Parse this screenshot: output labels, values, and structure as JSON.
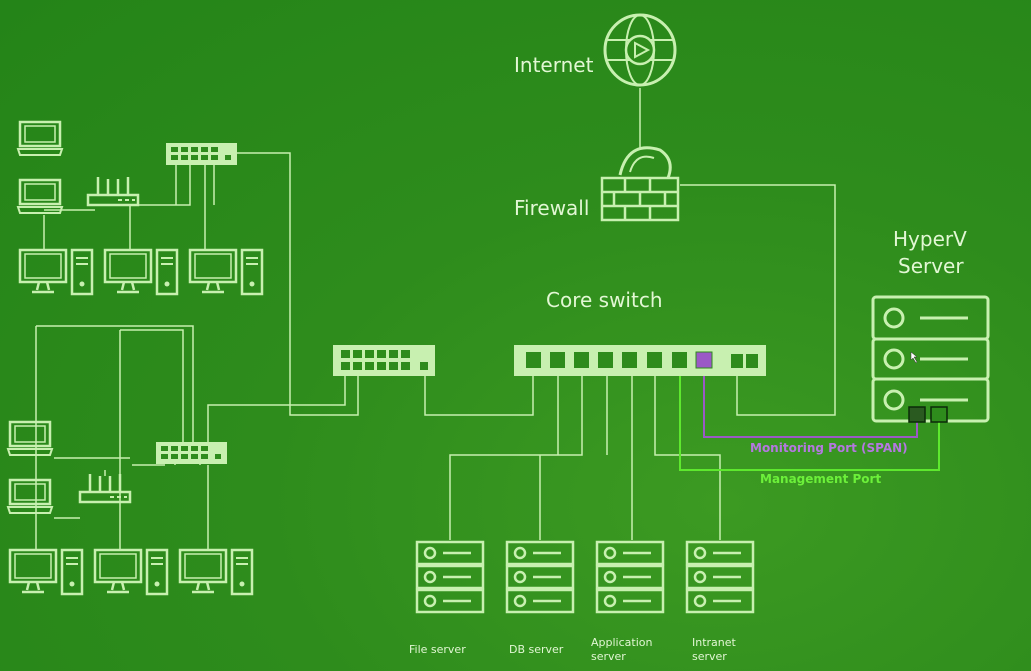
{
  "labels": {
    "internet": "Internet",
    "firewall": "Firewall",
    "core_switch": "Core switch",
    "hyperv_line1": "HyperV",
    "hyperv_line2": "Server",
    "monitoring_port": "Monitoring Port (SPAN)",
    "management_port": "Management Port",
    "file_server": "File server",
    "db_server": "DB server",
    "application_server": "Application server",
    "intranet_server": "Intranet server"
  },
  "colors": {
    "background": "#2e8c1c",
    "line": "#c8f0b0",
    "span_port": "#9b59c6",
    "management": "#5ee82e",
    "text": "#e2f7d4"
  },
  "icons": [
    "globe-icon",
    "firewall-icon",
    "switch-icon",
    "router-icon",
    "laptop-icon",
    "desktop-icon",
    "server-rack-icon"
  ]
}
